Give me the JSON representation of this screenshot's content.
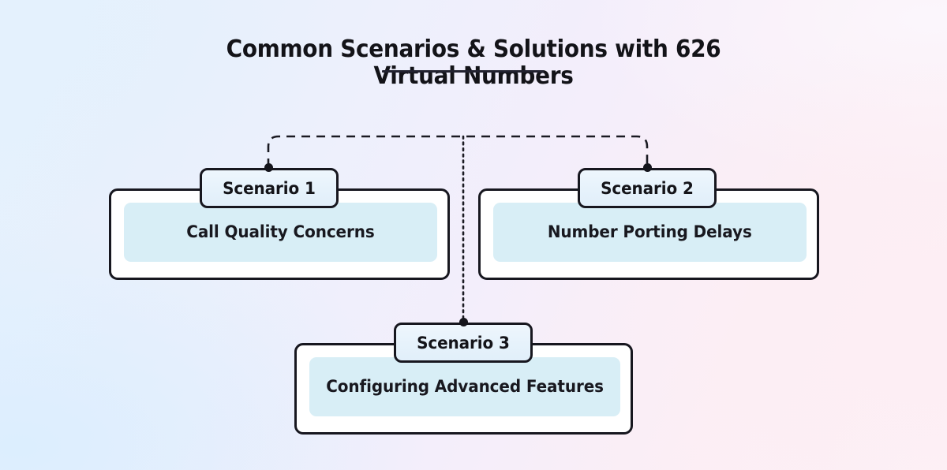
{
  "page": {
    "title_line1": "Common Scenarios & Solutions with 626",
    "title_line2": "Virtual Numbers"
  },
  "theme": {
    "ink": "#15151c",
    "card_background": "#ffffff",
    "panel_background": "#d8eef6",
    "tab_background": "#e6f2fb",
    "background_blue": "#e3f1fd",
    "background_lavender": "#f4eefb",
    "background_pink": "#fbeef5"
  },
  "diagram": {
    "type": "three-node-branching-chart",
    "nodes": [
      {
        "id": "scenario-1",
        "tab_label": "Scenario 1",
        "body_text": "Call Quality Concerns",
        "connector": "dashed-elbow-left"
      },
      {
        "id": "scenario-2",
        "tab_label": "Scenario 2",
        "body_text": "Number Porting Delays",
        "connector": "dashed-elbow-right"
      },
      {
        "id": "scenario-3",
        "tab_label": "Scenario 3",
        "body_text": "Configuring Advanced Features",
        "connector": "dotted-vertical-center"
      }
    ]
  }
}
